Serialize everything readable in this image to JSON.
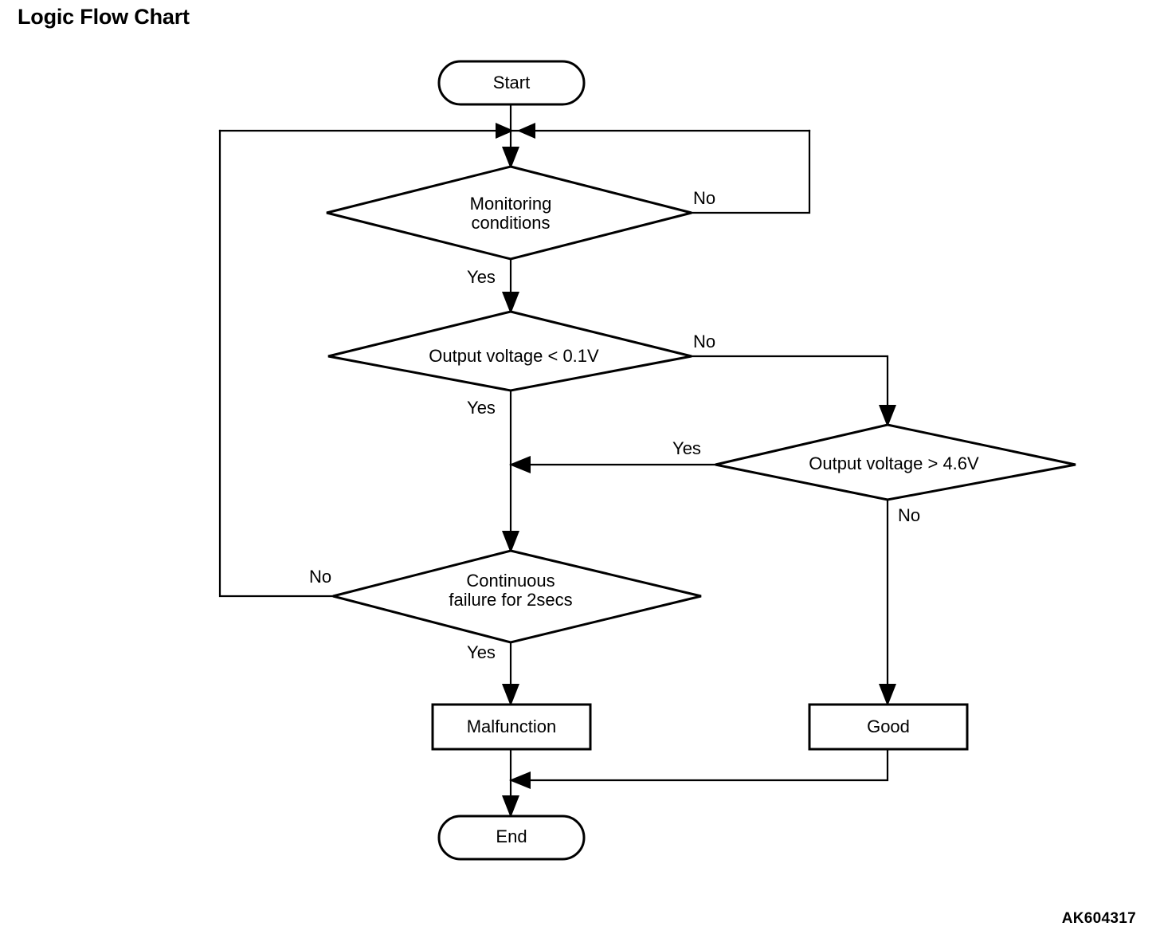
{
  "page": {
    "title": "Logic Flow Chart",
    "footer_code": "AK604317",
    "background_color": "#ffffff",
    "line_color": "#000000",
    "text_color": "#000000"
  },
  "chart_data": {
    "type": "diagram",
    "diagram_type": "flowchart",
    "title": "Logic Flow Chart",
    "orientation": "top-to-bottom",
    "nodes": [
      {
        "id": "start",
        "shape": "terminator",
        "label": "Start"
      },
      {
        "id": "monitoring",
        "shape": "decision",
        "label": "Monitoring conditions",
        "label_lines": [
          "Monitoring",
          "conditions"
        ]
      },
      {
        "id": "v_low",
        "shape": "decision",
        "label": "Output voltage < 0.1V",
        "label_lines": [
          "Output voltage < 0.1V"
        ]
      },
      {
        "id": "v_high",
        "shape": "decision",
        "label": "Output voltage > 4.6V",
        "label_lines": [
          "Output voltage > 4.6V"
        ]
      },
      {
        "id": "cont_fail",
        "shape": "decision",
        "label": "Continuous failure for 2secs",
        "label_lines": [
          "Continuous",
          "failure for 2secs"
        ]
      },
      {
        "id": "malfunction",
        "shape": "process",
        "label": "Malfunction"
      },
      {
        "id": "good",
        "shape": "process",
        "label": "Good"
      },
      {
        "id": "end",
        "shape": "terminator",
        "label": "End"
      }
    ],
    "edges": [
      {
        "from": "start",
        "to": "monitoring",
        "label": ""
      },
      {
        "from": "monitoring",
        "to": "v_low",
        "label": "Yes"
      },
      {
        "from": "monitoring",
        "to": "monitoring",
        "label": "No",
        "route": "loop-right-top"
      },
      {
        "from": "v_low",
        "to": "cont_fail",
        "label": "Yes"
      },
      {
        "from": "v_low",
        "to": "v_high",
        "label": "No"
      },
      {
        "from": "v_high",
        "to": "cont_fail",
        "label": "Yes"
      },
      {
        "from": "v_high",
        "to": "good",
        "label": "No"
      },
      {
        "from": "cont_fail",
        "to": "malfunction",
        "label": "Yes"
      },
      {
        "from": "cont_fail",
        "to": "monitoring",
        "label": "No",
        "route": "loop-left-top"
      },
      {
        "from": "malfunction",
        "to": "end",
        "label": ""
      },
      {
        "from": "good",
        "to": "end",
        "label": ""
      }
    ],
    "edge_labels": {
      "monitoring_no": "No",
      "monitoring_yes": "Yes",
      "v_low_no": "No",
      "v_low_yes": "Yes",
      "v_high_yes": "Yes",
      "v_high_no": "No",
      "cont_fail_no": "No",
      "cont_fail_yes": "Yes"
    }
  },
  "labels": {
    "start": "Start",
    "monitoring_line1": "Monitoring",
    "monitoring_line2": "conditions",
    "v_low": "Output voltage < 0.1V",
    "v_high": "Output voltage > 4.6V",
    "cont_fail_line1": "Continuous",
    "cont_fail_line2": "failure for 2secs",
    "malfunction": "Malfunction",
    "good": "Good",
    "end": "End",
    "yes_monitoring": "Yes",
    "no_monitoring": "No",
    "yes_v_low": "Yes",
    "no_v_low": "No",
    "yes_v_high": "Yes",
    "no_v_high": "No",
    "yes_cont_fail": "Yes",
    "no_cont_fail": "No"
  }
}
